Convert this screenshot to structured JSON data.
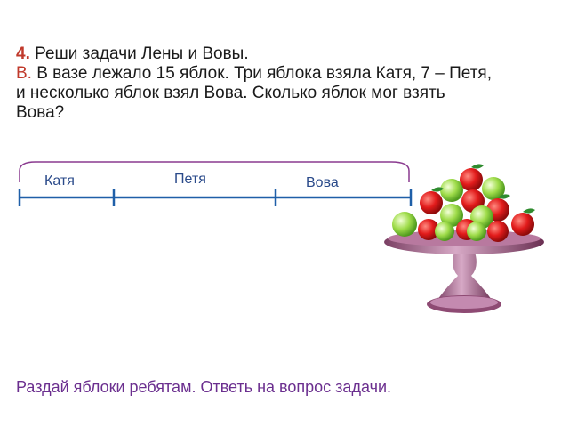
{
  "task": {
    "number": "4.",
    "title": "Реши задачи Лены и Вовы.",
    "variant": "В.",
    "line1": "В вазе лежало 15 яблок. Три яблока взяла Катя, 7 – Петя,",
    "line2": "и несколько яблок взял Вова. Сколько яблок мог взять",
    "line3": "Вова?"
  },
  "diagram": {
    "segments": [
      {
        "label": "Катя",
        "units": 3
      },
      {
        "label": "Петя",
        "units": 7
      },
      {
        "label": "Вова",
        "units": 5
      }
    ],
    "total_units": 15,
    "line_color": "#1f5fa8",
    "brace_color": "#8a3a8f",
    "label_color": "#2a4a8a"
  },
  "footer": {
    "text": "Раздай яблоки ребятам. Ответь на вопрос задачи."
  },
  "image": {
    "icon": "apple-bowl-icon"
  }
}
